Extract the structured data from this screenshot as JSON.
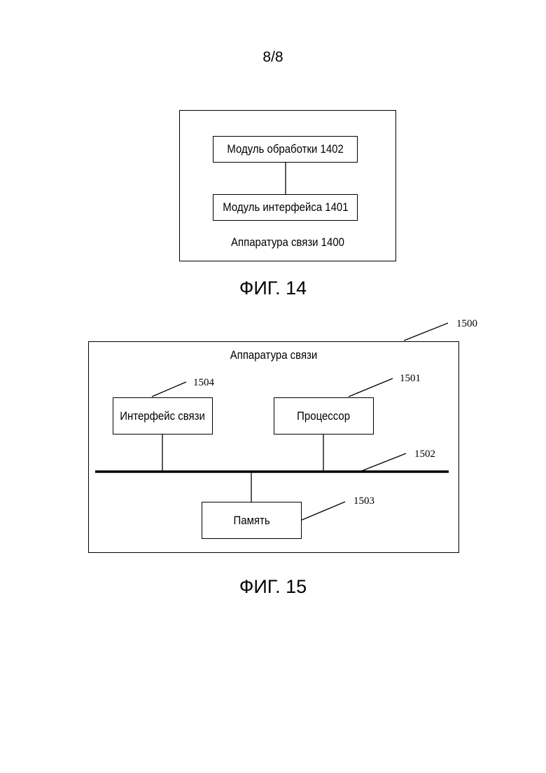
{
  "page_number": "8/8",
  "fig14": {
    "processing_module": "Модуль обработки 1402",
    "interface_module": "Модуль интерфейса 1401",
    "apparatus_label": "Аппаратура связи 1400",
    "caption": "ФИГ. 14"
  },
  "fig15": {
    "apparatus_label": "Аппаратура связи",
    "comm_interface": "Интерфейс связи",
    "processor": "Процессор",
    "memory": "Память",
    "ref_apparatus": "1500",
    "ref_processor": "1501",
    "ref_bus": "1502",
    "ref_memory": "1503",
    "ref_interface": "1504",
    "caption": "ФИГ. 15"
  }
}
